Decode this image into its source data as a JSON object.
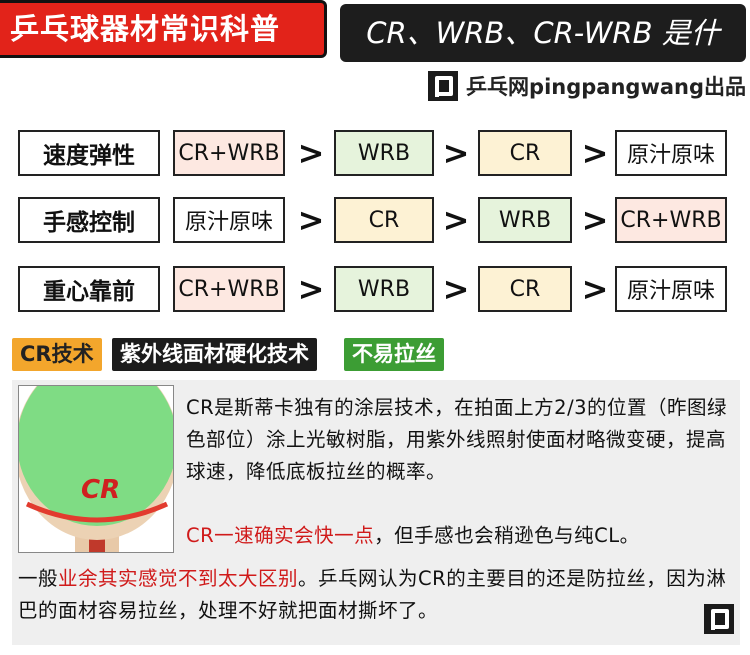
{
  "header": {
    "title": "乒乓球器材常识科普",
    "question": "CR、WRB、CR-WRB 是什么？",
    "credit": "乒乓网pingpangwang出品"
  },
  "rows": [
    {
      "label": "速度弹性",
      "items": [
        "CR+WRB",
        "WRB",
        "CR",
        "原汁原味"
      ]
    },
    {
      "label": "手感控制",
      "items": [
        "原汁原味",
        "CR",
        "WRB",
        "CR+WRB"
      ]
    },
    {
      "label": "重心靠前",
      "items": [
        "CR+WRB",
        "WRB",
        "CR",
        "原汁原味"
      ]
    }
  ],
  "comparator": ">",
  "tags": [
    "CR技术",
    "紫外线面材硬化技术",
    "不易拉丝"
  ],
  "description": {
    "p1": "CR是斯蒂卡独有的涂层技术，在拍面上方2/3的位置（昨图绿色部位）涂上光敏树脂，用紫外线照射使面材略微变硬，提高球速，降低底板拉丝的概率。",
    "p2_red": "CR一速确实会快一点",
    "p2_rest": "，但手感也会稍逊色与纯CL。",
    "p3_a": "一般",
    "p3_red": "业余其实感觉不到太大区别",
    "p3_b": "。乒乓网认为CR的主要目的还是防拉丝，因为淋巴的面材容易拉丝，处理不好就把面材撕坏了。"
  },
  "paddle_logo": "CR",
  "colors": {
    "header_red": "#e2231a",
    "tag_orange": "#f3a62c",
    "tag_green": "#3c9d34",
    "paddle_green": "#7fdc84",
    "highlight_red": "#d01a1a"
  }
}
